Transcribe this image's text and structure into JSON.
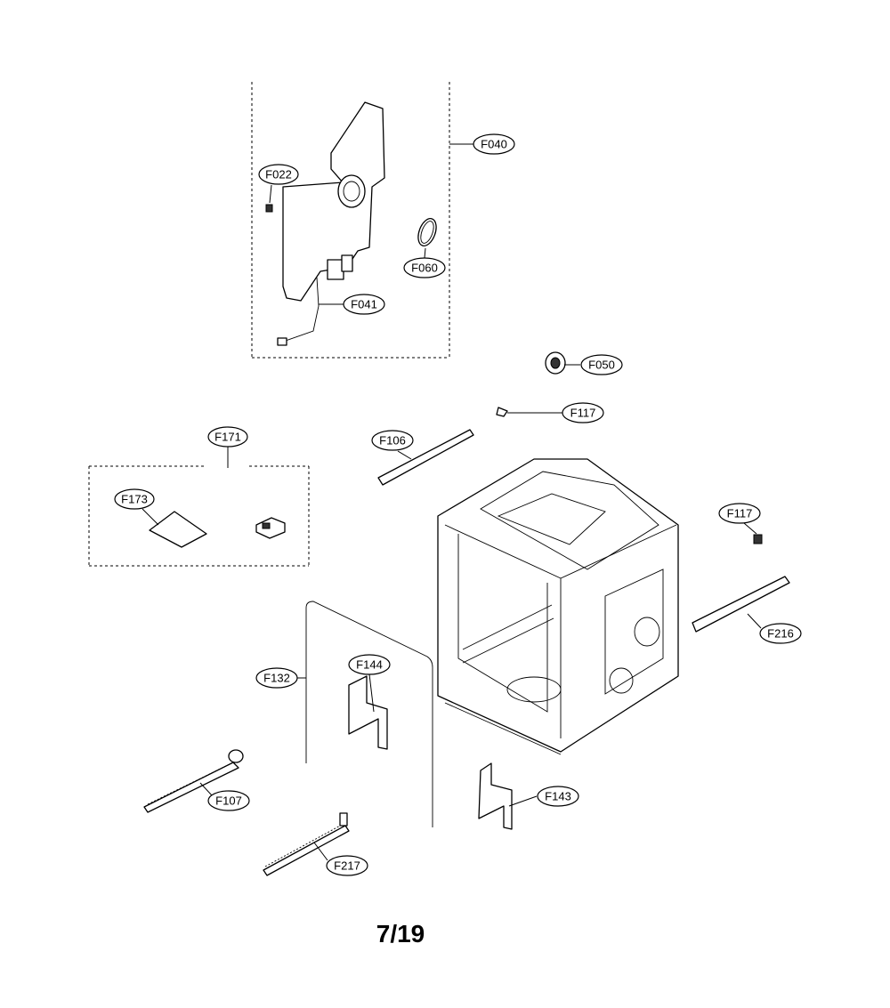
{
  "callouts": {
    "F040": "F040",
    "F022": "F022",
    "F060": "F060",
    "F041": "F041",
    "F050": "F050",
    "F117a": "F117",
    "F106": "F106",
    "F171": "F171",
    "F173": "F173",
    "F117b": "F117",
    "F216": "F216",
    "F132": "F132",
    "F144": "F144",
    "F107": "F107",
    "F143": "F143",
    "F217": "F217"
  },
  "page_number": "7/19"
}
